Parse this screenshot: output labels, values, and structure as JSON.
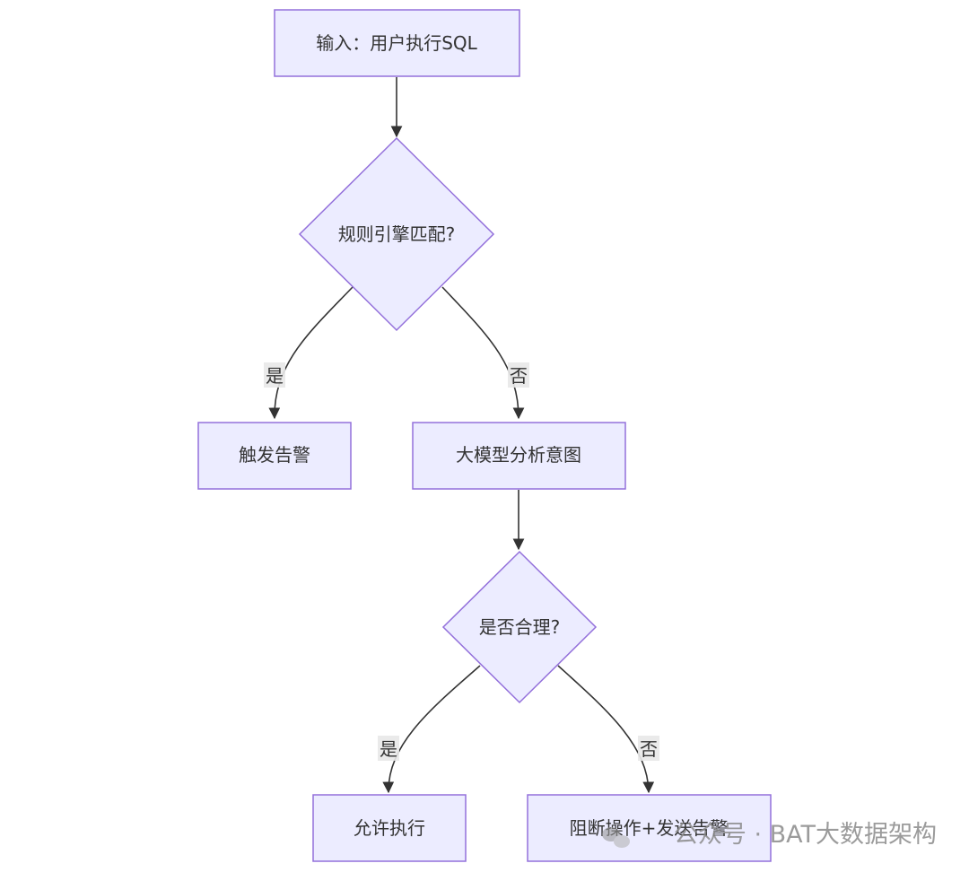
{
  "flowchart": {
    "nodes": {
      "input": "输入：用户执行SQL",
      "rule_match": "规则引擎匹配?",
      "trigger_alert": "触发告警",
      "llm_analyze": "大模型分析意图",
      "is_reasonable": "是否合理?",
      "allow_execute": "允许执行",
      "block_alert": "阻断操作+发送告警"
    },
    "edge_labels": {
      "rule_yes": "是",
      "rule_no": "否",
      "reason_yes": "是",
      "reason_no": "否"
    }
  },
  "watermark": {
    "text": "公众号 · BAT大数据架构"
  },
  "colors": {
    "node_fill": "#ECECFF",
    "node_stroke": "#9370DB",
    "edge": "#333333"
  }
}
